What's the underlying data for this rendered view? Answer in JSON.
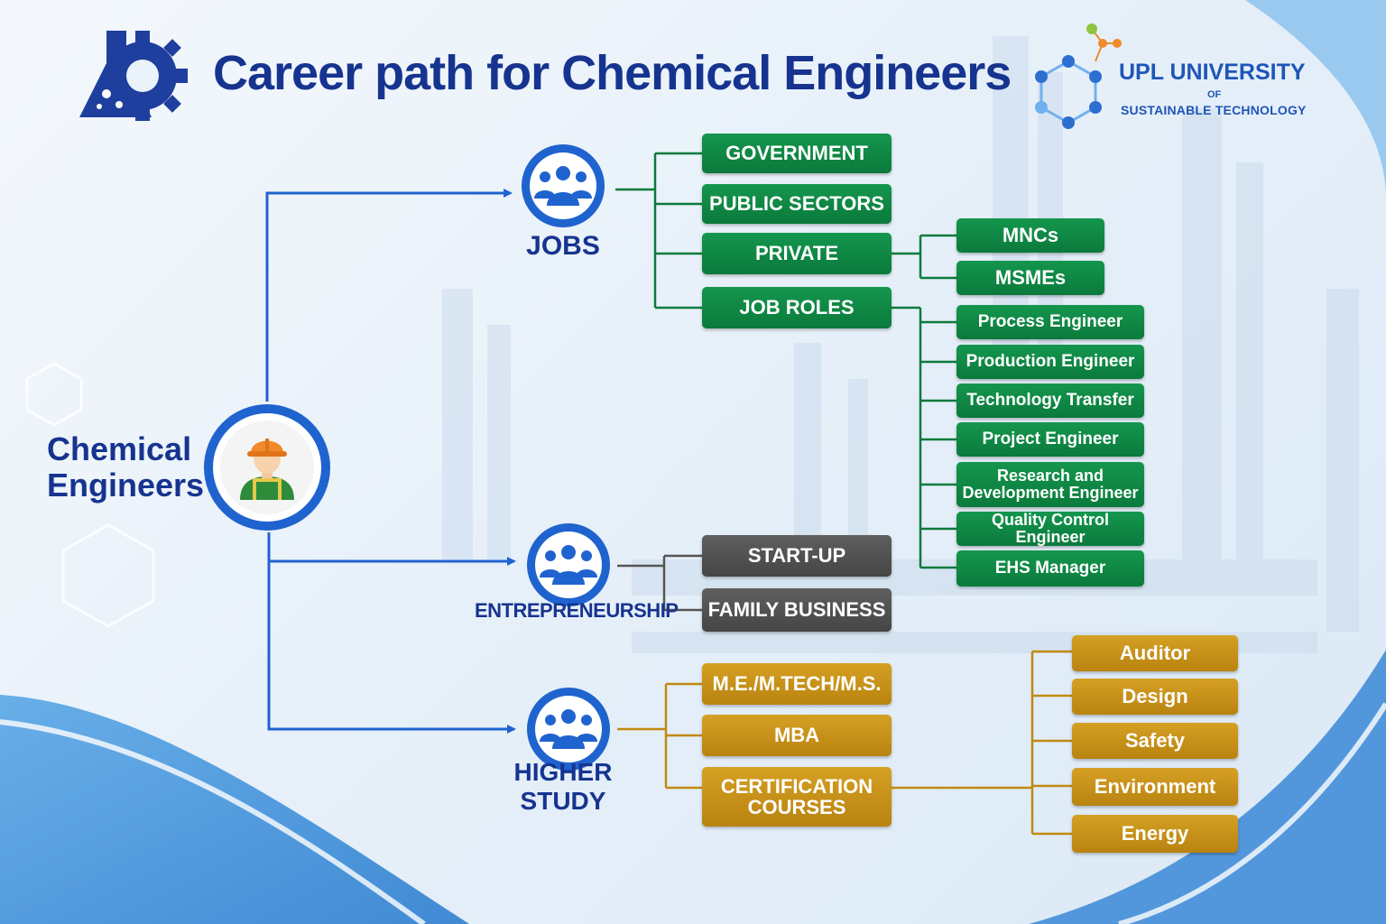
{
  "title": "Career path for Chemical Engineers",
  "university": {
    "name": "UPL UNIVERSITY",
    "of": "OF",
    "subtitle": "SUSTAINABLE TECHNOLOGY"
  },
  "root": {
    "label": "Chemical\nEngineers",
    "icon": "engineer-icon"
  },
  "branches": {
    "jobs": {
      "label": "JOBS",
      "icon": "group-icon",
      "items": [
        "GOVERNMENT",
        "PUBLIC SECTORS",
        "PRIVATE",
        "JOB ROLES"
      ],
      "private": [
        "MNCs",
        "MSMEs"
      ],
      "job_roles": [
        "Process Engineer",
        "Production Engineer",
        "Technology Transfer",
        "Project Engineer",
        "Research and\nDevelopment Engineer",
        "Quality Control Engineer",
        "EHS Manager"
      ]
    },
    "entrepreneurship": {
      "label": "ENTREPRENEURSHIP",
      "icon": "group-icon",
      "items": [
        "START-UP",
        "FAMILY BUSINESS"
      ]
    },
    "higher_study": {
      "label": "HIGHER\nSTUDY",
      "icon": "group-icon",
      "items": [
        "M.E./M.TECH/M.S.",
        "MBA",
        "CERTIFICATION\nCOURSES"
      ],
      "certification": [
        "Auditor",
        "Design",
        "Safety",
        "Environment",
        "Energy"
      ]
    }
  },
  "colors": {
    "title": "#16348f",
    "jobs": "#0b7a3c",
    "entrepreneurship": "#4d4d4d",
    "higher_study": "#c18a12",
    "connector": "#1f63cf"
  }
}
